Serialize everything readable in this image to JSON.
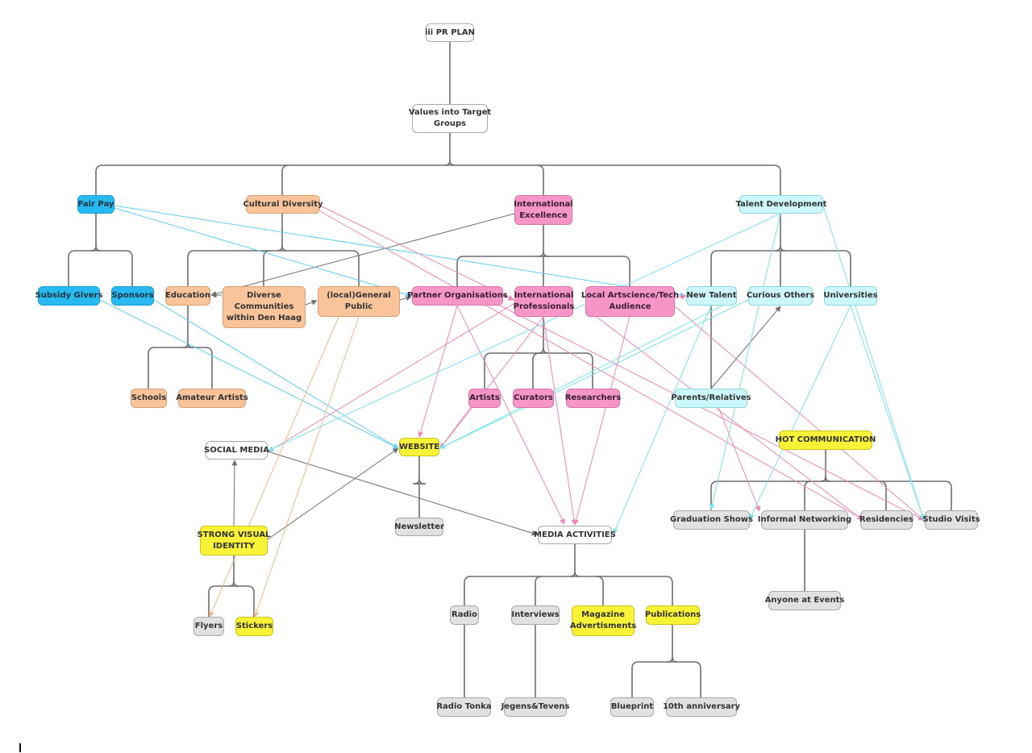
{
  "colors": {
    "tree": "#6e6e6e",
    "blue_link": "#62cdf0",
    "cyan_link": "#7ae3ee",
    "pink_link": "#ec86b8",
    "orange_link": "#f3b98c",
    "gray_link": "#6e6e6e"
  },
  "nodes": {
    "pr_plan": "iii PR PLAN",
    "values": [
      "Values into Target",
      "Groups"
    ],
    "fair_pay": "Fair Pay",
    "cultural_diversity": "Cultural Diversity",
    "international_excellence": [
      "International",
      "Excellence"
    ],
    "talent_development": "Talent Development",
    "subsidy_givers": "Subsidy Givers",
    "sponsors": "Sponsors",
    "education": "Education",
    "diverse_communities": [
      "Diverse",
      "Communities",
      "within Den Haag"
    ],
    "general_public": [
      "(local)General",
      "Public"
    ],
    "partner_organisations": "Partner Organisations",
    "international_professionals": [
      "International",
      "Professionals"
    ],
    "local_audience": [
      "Local Artscience/Tech",
      "Audience"
    ],
    "new_talent": "New Talent",
    "curious_others": "Curious Others",
    "universities": "Universities",
    "schools": "Schools",
    "amateur_artists": "Amateur Artists",
    "artists": "Artists",
    "curators": "Curators",
    "researchers": "Researchers",
    "parents_relatives": "Parents/Relatives",
    "social_media": "SOCIAL MEDIA",
    "website": "WEBSITE",
    "hot_communication": "HOT COMMUNICATION",
    "newsletter": "Newsletter",
    "media_activities": "MEDIA ACTIVITIES",
    "strong_visual_identity": [
      "STRONG VISUAL",
      "IDENTITY"
    ],
    "graduation_shows": "Graduation Shows",
    "informal_networking": "Informal Networking",
    "residencies": "Residencies",
    "studio_visits": "Studio Visits",
    "anyone_at_events": "Anyone at Events",
    "flyers": "Flyers",
    "stickers": "Stickers",
    "radio": "Radio",
    "interviews": "Interviews",
    "magazine_ads": [
      "Magazine",
      "Advertisments"
    ],
    "publications": "Publications",
    "radio_tonka": "Radio Tonka",
    "jegens_tevens": "Jegens&Tevens",
    "blueprint": "Blueprint",
    "tenth_anniversary": "10th anniversary"
  }
}
